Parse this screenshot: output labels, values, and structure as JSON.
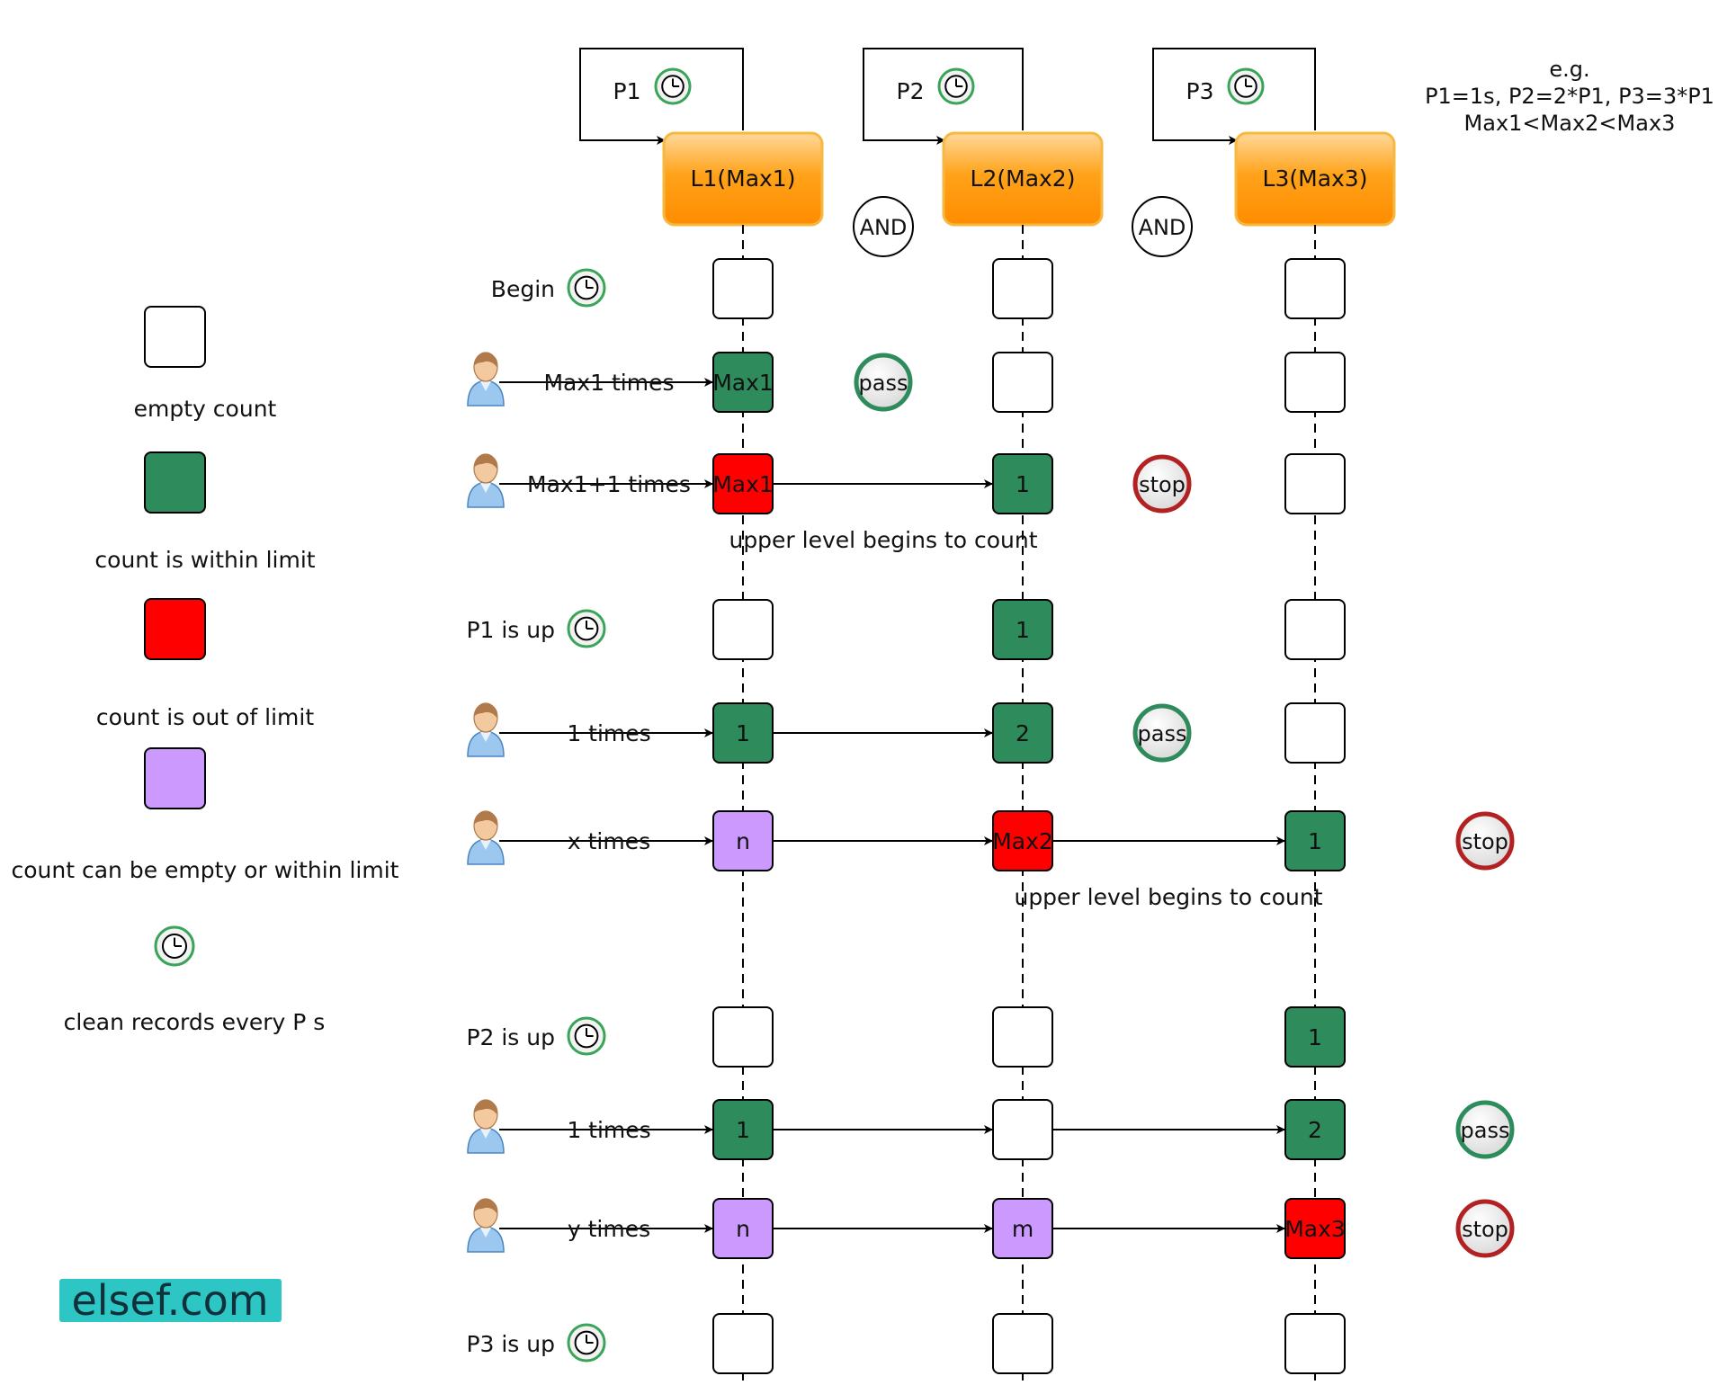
{
  "colors": {
    "empty": "#ffffff",
    "within": "#2e8b5b",
    "out": "#ff0000",
    "either": "#cc99ff",
    "level_fill": "#ff9a0a",
    "pass_ring": "#2e8b5b",
    "stop_ring": "#b22222",
    "clock_ring": "#3aa55a",
    "logo_bg": "#2ec5c5"
  },
  "example": {
    "line1": "e.g.",
    "line2": "P1=1s,  P2=2*P1, P3=3*P1",
    "line3": "Max1<Max2<Max3"
  },
  "levels": [
    {
      "period": "P1",
      "label": "L1(Max1)"
    },
    {
      "period": "P2",
      "label": "L2(Max2)"
    },
    {
      "period": "P3",
      "label": "L3(Max3)"
    }
  ],
  "operators": [
    "AND",
    "AND"
  ],
  "legend": [
    {
      "state": "empty",
      "label": "empty count"
    },
    {
      "state": "within",
      "label": "count is within limit"
    },
    {
      "state": "out",
      "label": "count is out of limit"
    },
    {
      "state": "either",
      "label": "count can be empty or within limit"
    },
    {
      "state": "clock",
      "label": "clean records every P s",
      "icon": "clock-icon"
    }
  ],
  "rows": [
    {
      "kind": "event",
      "label": "Begin",
      "icon": "clock-icon",
      "cells": [
        {
          "state": "empty",
          "text": ""
        },
        {
          "state": "empty",
          "text": ""
        },
        {
          "state": "empty",
          "text": ""
        }
      ],
      "arrows": [
        false,
        false
      ],
      "result": null
    },
    {
      "kind": "request",
      "label": "Max1 times",
      "icon": "user-icon",
      "cells": [
        {
          "state": "within",
          "text": "Max1"
        },
        {
          "state": "empty",
          "text": ""
        },
        {
          "state": "empty",
          "text": ""
        }
      ],
      "arrows": [
        false,
        false
      ],
      "result": "pass",
      "result_col": 1
    },
    {
      "kind": "request",
      "label": "Max1+1 times",
      "icon": "user-icon",
      "cells": [
        {
          "state": "out",
          "text": "Max1"
        },
        {
          "state": "within",
          "text": "1"
        },
        {
          "state": "empty",
          "text": ""
        }
      ],
      "arrows": [
        true,
        false
      ],
      "result": "stop",
      "result_col": 2,
      "note": "upper level begins to count",
      "note_col": 1
    },
    {
      "kind": "event",
      "label": "P1 is up",
      "icon": "clock-icon",
      "cells": [
        {
          "state": "empty",
          "text": ""
        },
        {
          "state": "within",
          "text": "1"
        },
        {
          "state": "empty",
          "text": ""
        }
      ],
      "arrows": [
        false,
        false
      ],
      "result": null
    },
    {
      "kind": "request",
      "label": "1 times",
      "icon": "user-icon",
      "cells": [
        {
          "state": "within",
          "text": "1"
        },
        {
          "state": "within",
          "text": "2"
        },
        {
          "state": "empty",
          "text": ""
        }
      ],
      "arrows": [
        true,
        false
      ],
      "result": "pass",
      "result_col": 2
    },
    {
      "kind": "request",
      "label": "x times",
      "icon": "user-icon",
      "cells": [
        {
          "state": "either",
          "text": "n"
        },
        {
          "state": "out",
          "text": "Max2"
        },
        {
          "state": "within",
          "text": "1"
        }
      ],
      "arrows": [
        true,
        true
      ],
      "result": "stop",
      "result_col": 3,
      "note": "upper level begins to count",
      "note_col": 2
    },
    {
      "kind": "event",
      "label": "P2 is up",
      "icon": "clock-icon",
      "cells": [
        {
          "state": "empty",
          "text": ""
        },
        {
          "state": "empty",
          "text": ""
        },
        {
          "state": "within",
          "text": "1"
        }
      ],
      "arrows": [
        false,
        false
      ],
      "result": null
    },
    {
      "kind": "request",
      "label": "1 times",
      "icon": "user-icon",
      "cells": [
        {
          "state": "within",
          "text": "1"
        },
        {
          "state": "empty",
          "text": ""
        },
        {
          "state": "within",
          "text": "2"
        }
      ],
      "arrows": [
        true,
        true
      ],
      "result": "pass",
      "result_col": 3
    },
    {
      "kind": "request",
      "label": "y times",
      "icon": "user-icon",
      "cells": [
        {
          "state": "either",
          "text": "n"
        },
        {
          "state": "either",
          "text": "m"
        },
        {
          "state": "out",
          "text": "Max3"
        }
      ],
      "arrows": [
        true,
        true
      ],
      "result": "stop",
      "result_col": 3
    },
    {
      "kind": "event",
      "label": "P3 is up",
      "icon": "clock-icon",
      "cells": [
        {
          "state": "empty",
          "text": ""
        },
        {
          "state": "empty",
          "text": ""
        },
        {
          "state": "empty",
          "text": ""
        }
      ],
      "arrows": [
        false,
        false
      ],
      "result": null
    }
  ],
  "logo": "elsef.com"
}
